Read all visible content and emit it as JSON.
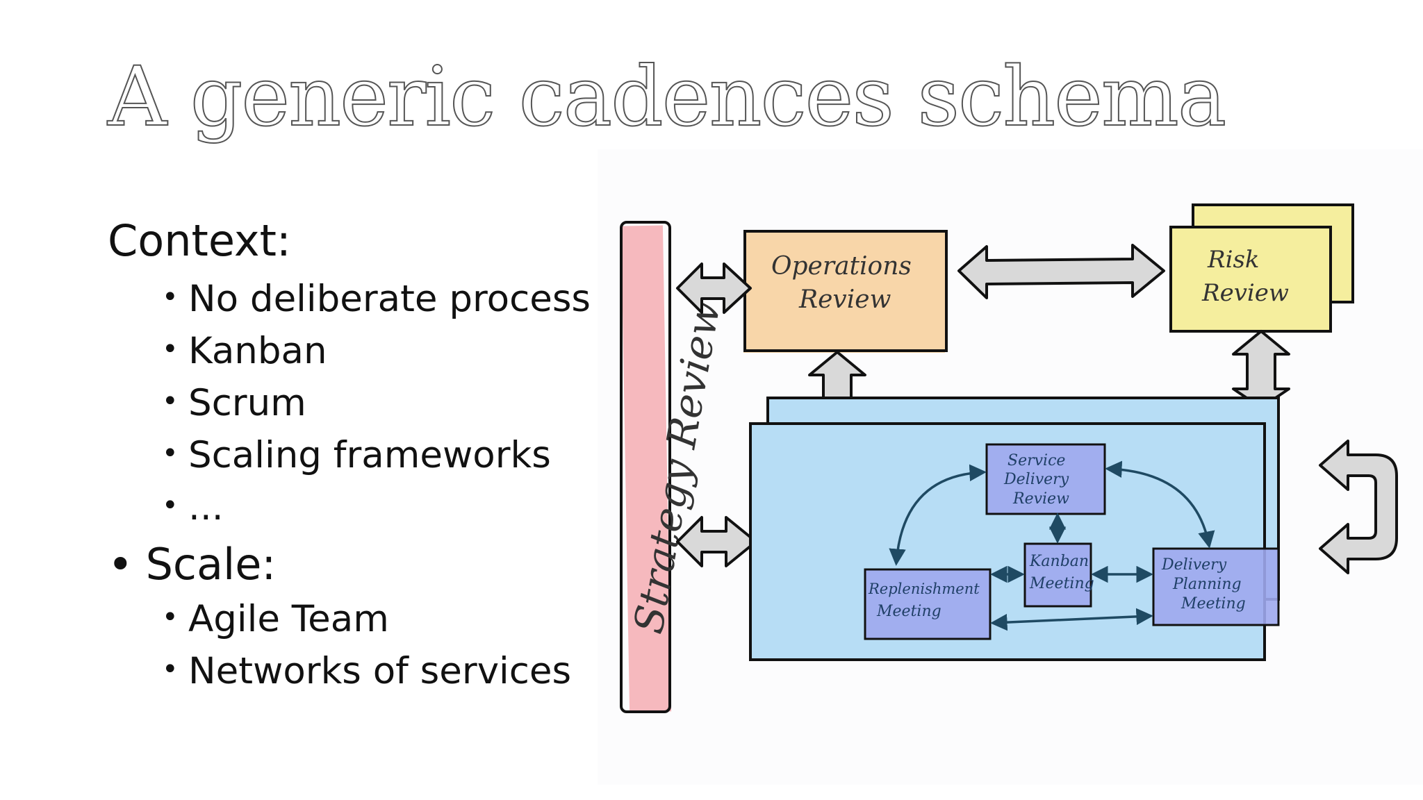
{
  "slide": {
    "title": "A generic cadences schema",
    "context_heading": "Context:",
    "context_items": [
      "No deliberate process",
      "Kanban",
      "Scrum",
      "Scaling frameworks",
      "..."
    ],
    "scale_heading": "Scale:",
    "scale_items": [
      "Agile Team",
      "Networks of services"
    ]
  },
  "diagram": {
    "strategy_review": "Strategy Review",
    "operations_review_l1": "Operations",
    "operations_review_l2": "Review",
    "risk_review_l1": "Risk",
    "risk_review_l2": "Review",
    "service_delivery_review_l1": "Service",
    "service_delivery_review_l2": "Delivery",
    "service_delivery_review_l3": "Review",
    "kanban_meeting_l1": "Kanban",
    "kanban_meeting_l2": "Meeting",
    "replenishment_meeting_l1": "Replenishment",
    "replenishment_meeting_l2": "Meeting",
    "delivery_planning_meeting_l1": "Delivery",
    "delivery_planning_meeting_l2": "Planning",
    "delivery_planning_meeting_l3": "Meeting",
    "colors": {
      "strategy": "#f4a3a8",
      "operations": "#f7d2a0",
      "risk": "#f5ee9e",
      "team": "#b7ddf5",
      "meeting": "#9fa8ee",
      "arrow": "#d9d9d9"
    }
  }
}
